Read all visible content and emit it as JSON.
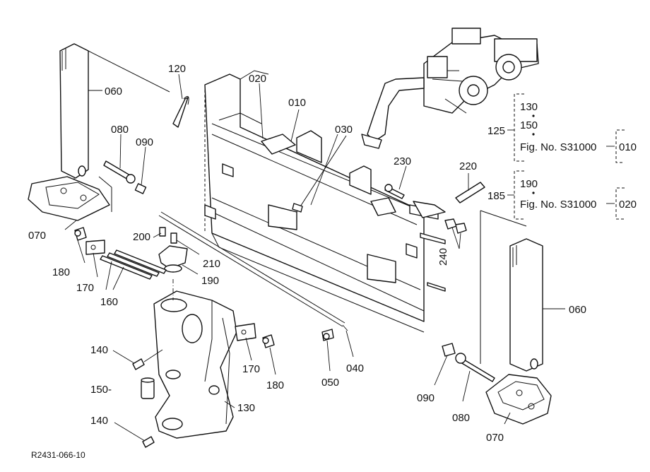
{
  "drawing_id": "R2431-066-10",
  "callouts": {
    "c060_left": "060",
    "c060_right": "060",
    "c120": "120",
    "c020": "020",
    "c010": "010",
    "c030": "030",
    "c080_left": "080",
    "c090_left": "090",
    "c080_right": "080",
    "c090_right": "090",
    "c230": "230",
    "c220": "220",
    "c240": "240",
    "c070_left": "070",
    "c070_right": "070",
    "c180_left": "180",
    "c180_right": "180",
    "c170_left": "170",
    "c170_right": "170",
    "c160": "160",
    "c200": "200",
    "c210": "210",
    "c190": "190",
    "c140_top": "140",
    "c140_bottom": "140",
    "c150": "150-",
    "c130": "130",
    "c050": "050",
    "c040": "040"
  },
  "groups": {
    "g125": {
      "number": "125",
      "line1": "130",
      "line2": "150",
      "fig": "Fig. No. S31000",
      "ref": "010"
    },
    "g185": {
      "number": "185",
      "line1": "190",
      "fig": "Fig. No. S31000",
      "ref": "020"
    }
  }
}
